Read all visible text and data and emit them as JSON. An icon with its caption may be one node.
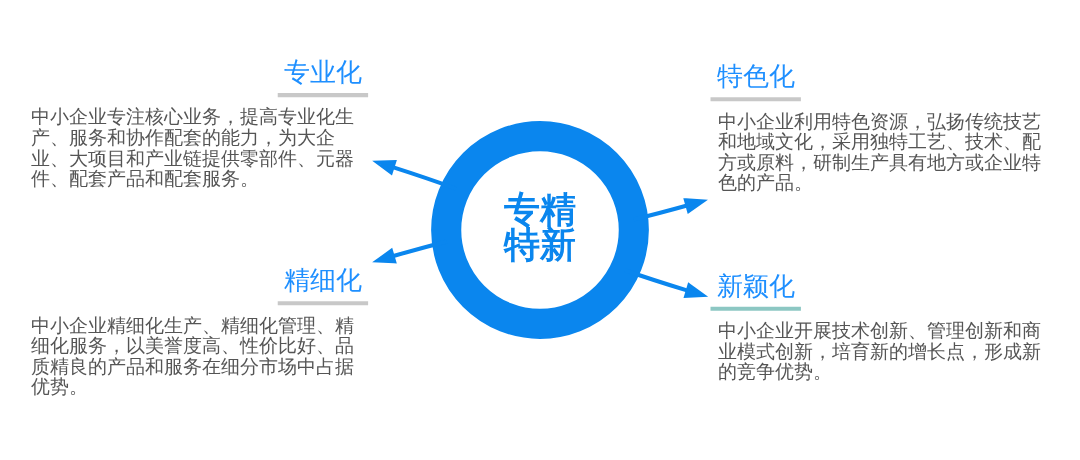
{
  "diagram": {
    "nodes": [
      {
        "text": [
          "专精特新"
        ]
      },
      {
        "text": [
          "专业化",
          "中小企业专注核心业务，提高专业化生产、服务和协作配套的能力，为大企业、大项目和产业链提供零部件、元器件、配套产品和配套服务。"
        ]
      },
      {
        "text": [
          "特色化",
          "中小企业利用特色资源，弘扬传统技艺和地域文化，采用独特工艺、技术、配方或原料，研制生产具有地方或企业特色的产品。"
        ]
      },
      {
        "text": [
          "精细化",
          "中小企业精细化生产、精细化管理、精细化服务，以美誉度高、性价比好、品质精良的产品和服务在细分市场中占据优势。"
        ]
      },
      {
        "text": [
          "新颖化",
          "中小企业开展技术创新、管理创新和商业模式创新，培育新的增长点，形成新的竞争优势。"
        ]
      }
    ],
    "edges": [
      {
        "from": 0,
        "to": 1,
        "arrow": "to"
      },
      {
        "from": 0,
        "to": 2,
        "arrow": "to"
      },
      {
        "from": 0,
        "to": 3,
        "arrow": "to"
      },
      {
        "from": 0,
        "to": 4,
        "arrow": "to"
      }
    ]
  }
}
